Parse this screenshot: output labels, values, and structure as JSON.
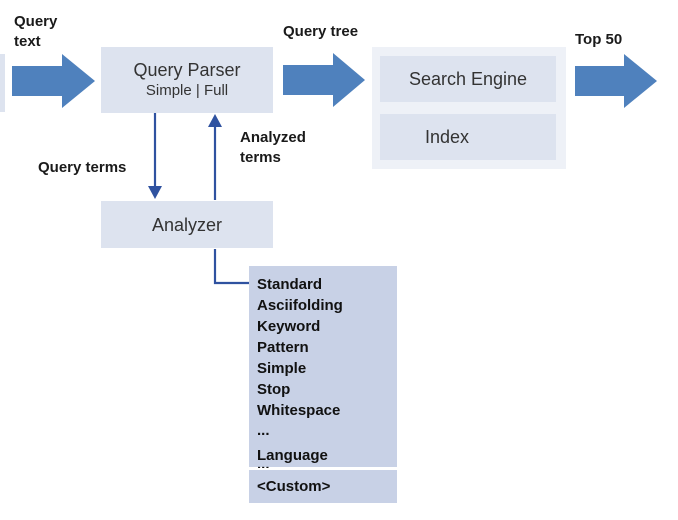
{
  "labels": {
    "query_text_1": "Query",
    "query_text_2": "text",
    "query_tree": "Query tree",
    "top_50": "Top 50",
    "query_terms": "Query terms",
    "analyzed_terms_1": "Analyzed",
    "analyzed_terms_2": "terms"
  },
  "boxes": {
    "query_parser": {
      "title": "Query Parser",
      "subtitle": "Simple | Full"
    },
    "search_engine": {
      "title": "Search Engine"
    },
    "index": {
      "title": "Index"
    },
    "analyzer": {
      "title": "Analyzer"
    }
  },
  "analyzer_list": [
    "Standard",
    "Asciifolding",
    "Keyword",
    "Pattern",
    "Simple",
    "Stop",
    "Whitespace",
    "...",
    "Language",
    "..."
  ],
  "custom": "<Custom>",
  "colors": {
    "arrow_fill": "#4f81bd",
    "connector": "#2f52a0",
    "box_fill": "#dde3ef",
    "panel_fill": "#eef1f7",
    "list_fill": "#c8d1e6",
    "cylinder": "#5b7fc4"
  }
}
